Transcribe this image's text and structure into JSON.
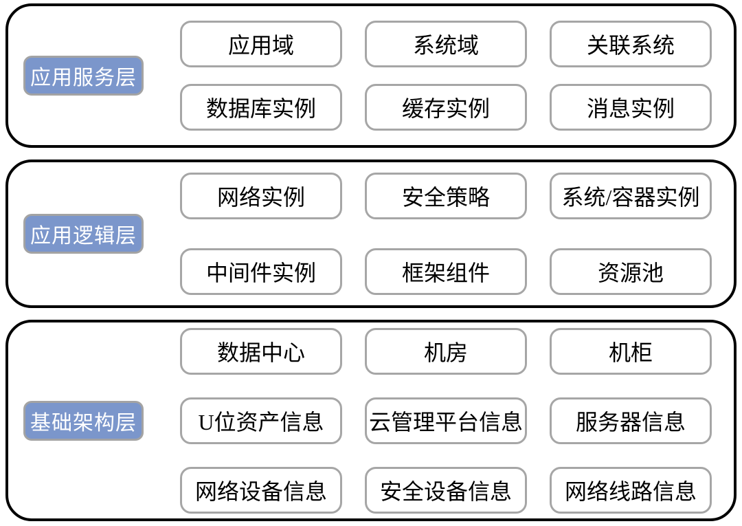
{
  "diagram": {
    "layers": [
      {
        "label": "应用服务层",
        "boxes": [
          "应用域",
          "系统域",
          "关联系统",
          "数据库实例",
          "缓存实例",
          "消息实例"
        ]
      },
      {
        "label": "应用逻辑层",
        "boxes": [
          "网络实例",
          "安全策略",
          "系统/容器实例",
          "中间件实例",
          "框架组件",
          "资源池"
        ]
      },
      {
        "label": "基础架构层",
        "boxes": [
          "数据中心",
          "机房",
          "机柜",
          "U位资产信息",
          "云管理平台信息",
          "服务器信息",
          "网络设备信息",
          "安全设备信息",
          "网络线路信息"
        ]
      }
    ],
    "colors": {
      "label_bg": "#7b96cb",
      "label_border": "#a3a3a3",
      "label_text": "#ffffff",
      "box_border": "#a6a6a6",
      "box_bg": "#ffffff",
      "box_text": "#000000",
      "container_border": "#000000",
      "page_bg": "#ffffff"
    }
  }
}
